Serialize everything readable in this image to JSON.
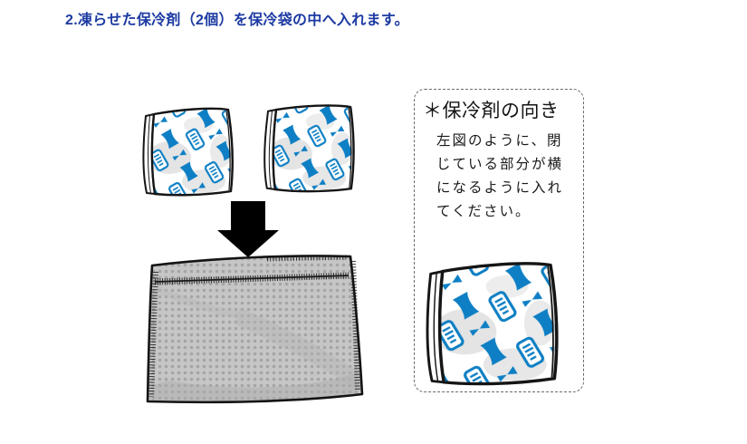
{
  "heading": {
    "text": "2.凍らせた保冷剤（2個）を保冷袋の中へ入れます。",
    "color": "#1c3aa2"
  },
  "note_box": {
    "title": "＊保冷剤の向き",
    "body_lines": [
      "左図のように、閉",
      "じている部分が横",
      "になるように入れ",
      "てください。"
    ]
  },
  "illustration": {
    "ice_pack_count": 2,
    "icons": {
      "arrow": "down-arrow-icon"
    },
    "colors": {
      "pack_print_blue": "#0e7fc4",
      "bag_gray": "#c6c6c6",
      "bag_dot_gray": "#a5a5a5",
      "outline_black": "#151515",
      "arrow_black": "#000000"
    }
  }
}
